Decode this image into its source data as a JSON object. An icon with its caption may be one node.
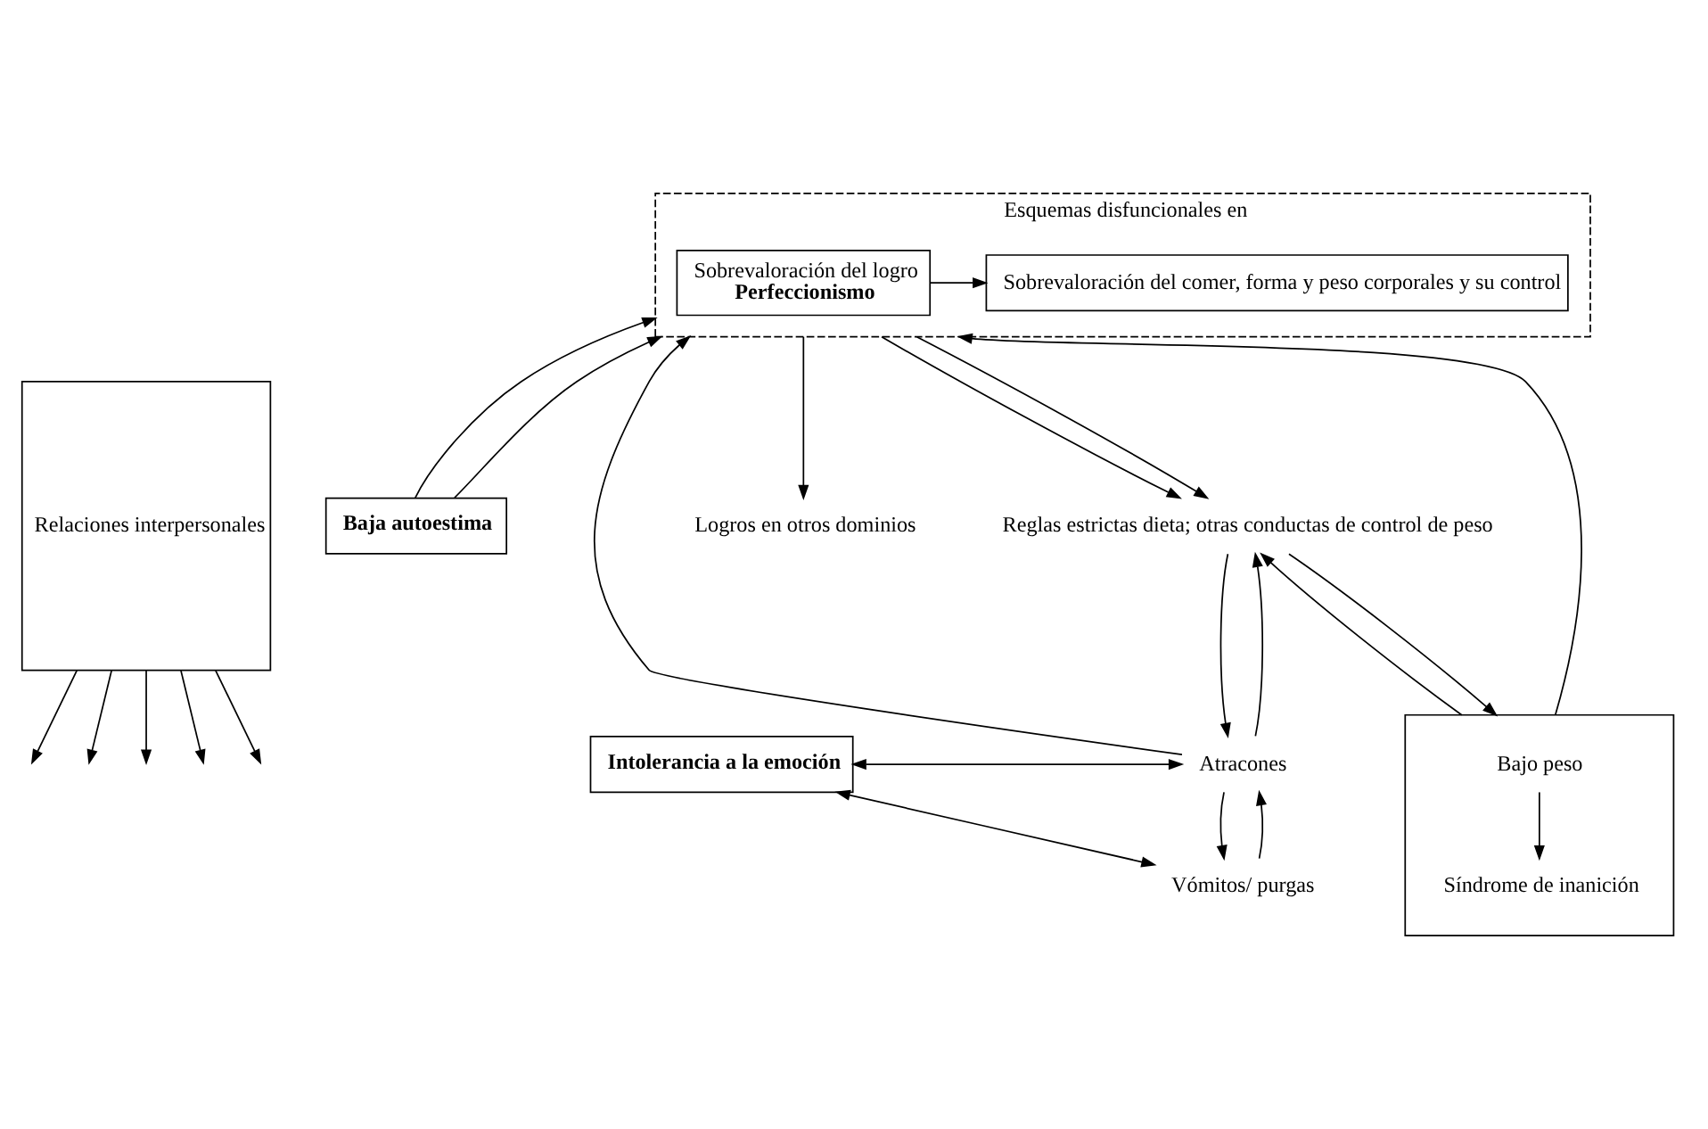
{
  "diagram": {
    "nodes": [
      {
        "text": [
          "Esquemas disfuncionales en"
        ]
      },
      {
        "text": [
          "Sobrevaloración del comer, forma y peso corporales y su control"
        ],
        "in": 0
      },
      {
        "text": [
          "Sobrevaloración del logro",
          "Perfeccionismo"
        ],
        "in": 0
      },
      {
        "text": [
          "Relaciones interpersonales"
        ]
      },
      {
        "text": [
          "Baja autoestima"
        ]
      },
      {
        "text": [
          "Reglas estrictas dieta; otras conductas de control de peso"
        ]
      },
      {
        "text": [
          "Logros en otros dominios"
        ]
      },
      {
        "text": [
          "Atracones"
        ]
      },
      {
        "text": [
          "Intolerancia a la emoción"
        ]
      },
      {
        "text": [
          "Vómitos/ purgas"
        ]
      },
      {
        "text": [],
        "shape": "box"
      },
      {
        "text": [
          "Bajo peso"
        ],
        "in": 10
      },
      {
        "text": [
          "Síndrome de inanición"
        ],
        "in": 10
      }
    ],
    "edges": [
      {
        "from": 2,
        "to": 1,
        "arrow": "to"
      },
      {
        "from": 3,
        "to": null,
        "arrow": "to"
      },
      {
        "from": 3,
        "to": null,
        "arrow": "to"
      },
      {
        "from": 3,
        "to": null,
        "arrow": "to"
      },
      {
        "from": 3,
        "to": null,
        "arrow": "to"
      },
      {
        "from": 3,
        "to": null,
        "arrow": "to"
      },
      {
        "from": 0,
        "to": 5,
        "arrow": "to"
      },
      {
        "from": 4,
        "to": 0,
        "arrow": "to"
      },
      {
        "from": 4,
        "to": 0,
        "arrow": "to"
      },
      {
        "from": 0,
        "to": 6,
        "arrow": "to"
      },
      {
        "from": 0,
        "to": 5,
        "arrow": "to"
      },
      {
        "from": 7,
        "to": 0,
        "arrow": "to"
      },
      {
        "from": 7,
        "to": 5,
        "arrow": "to"
      },
      {
        "from": 10,
        "to": 0,
        "arrow": "to"
      },
      {
        "from": 10,
        "to": 5,
        "arrow": "to"
      },
      {
        "from": 5,
        "to": 7,
        "arrow": "to"
      },
      {
        "from": 5,
        "to": 10,
        "arrow": "to"
      },
      {
        "from": 8,
        "to": 7,
        "arrow": "both"
      },
      {
        "from": 8,
        "to": 9,
        "arrow": "both"
      },
      {
        "from": 9,
        "to": 7,
        "arrow": "to"
      },
      {
        "from": 7,
        "to": 9,
        "arrow": "to"
      },
      {
        "from": 11,
        "to": 12,
        "arrow": "to"
      }
    ]
  }
}
